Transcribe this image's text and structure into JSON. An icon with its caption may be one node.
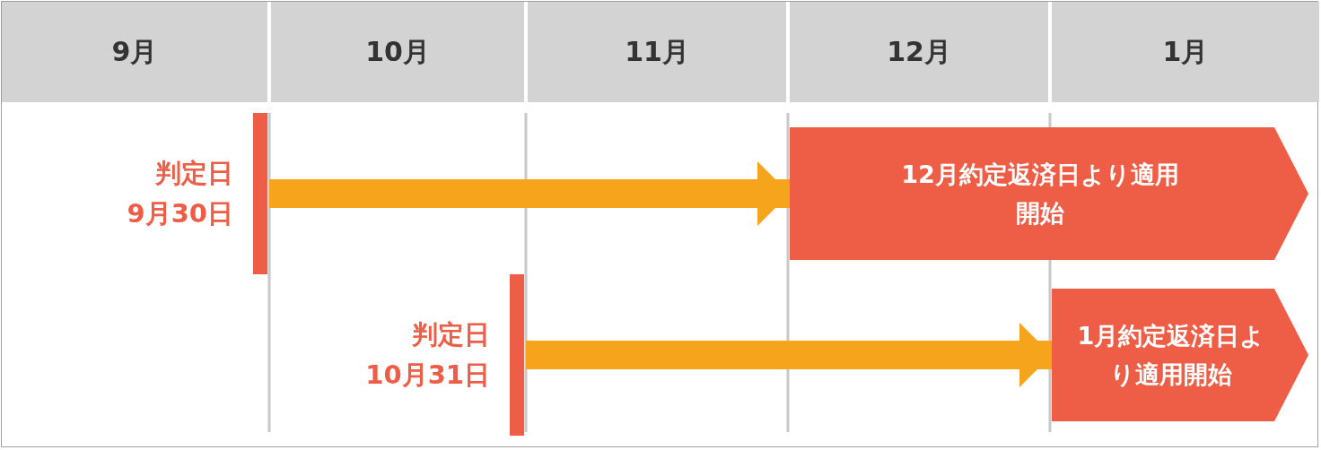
{
  "diagram": {
    "nodes": [
      {
        "text": [
          "判定日",
          "9月30日"
        ]
      },
      {
        "text": [
          "12月約定返済日より適用開始"
        ]
      },
      {
        "text": [
          "判定日",
          "10月31日"
        ]
      },
      {
        "text": [
          "1月約定返済日より適用開始"
        ]
      }
    ],
    "edges": [
      {
        "from": 0,
        "to": 1,
        "arrow": "to",
        "color": "#f6a41b"
      },
      {
        "from": 2,
        "to": 3,
        "arrow": "to",
        "color": "#f6a41b"
      }
    ],
    "labels": [
      "9月",
      "10月",
      "11月",
      "12月",
      "1月"
    ]
  }
}
